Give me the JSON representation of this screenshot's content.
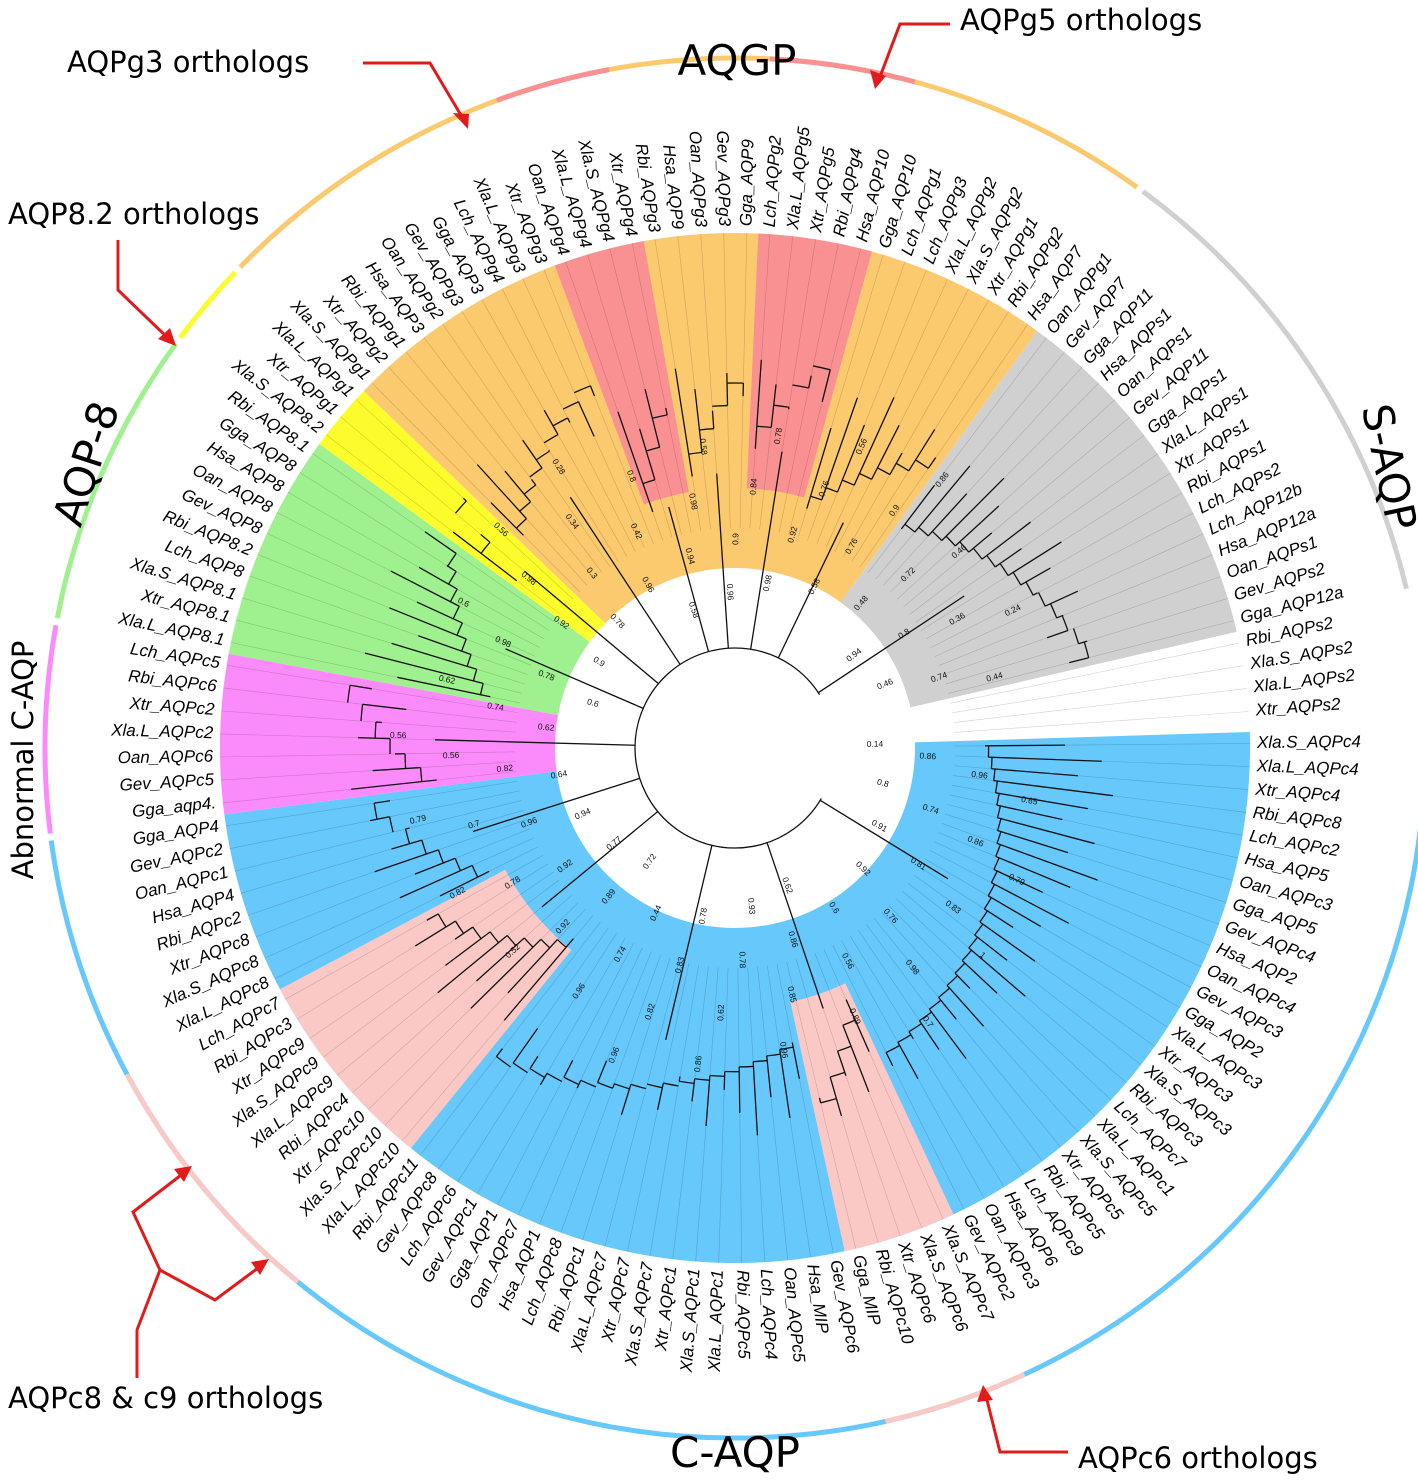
{
  "colors": {
    "AQGP": "#fbc96e",
    "S-AQP": "#d0d0d0",
    "C-AQP": "#66c8fb",
    "AQP-8": "#9ff08e",
    "AQP8.2": "#fcfc2c",
    "Abnormal C-AQP": "#fb8bfb",
    "ortholog_red": "#f99092",
    "ortholog_pink": "#fac9c6",
    "arrow": "#e01b1b"
  },
  "group_titles": {
    "aqgp": "AQGP",
    "saqp": "S-AQP",
    "caqp": "C-AQP",
    "aqp8": "AQP-8",
    "abnormal": "Abnormal C-AQP"
  },
  "callouts": {
    "aqpg3": "AQPg3 orthologs",
    "aqpg5": "AQPg5 orthologs",
    "aqp82": "AQP8.2 orthologs",
    "aqpc89": "AQPc8 & c9 orthologs",
    "aqpc6": "AQPc6 orthologs"
  },
  "leaves": [
    "Xla.S_AQPc4",
    "Xla.L_AQPc4",
    "Xtr_AQPc4",
    "Rbi_AQPc8",
    "Lch_AQPc2",
    "Hsa_AQP5",
    "Oan_AQPc3",
    "Gga_AQP5",
    "Gev_AQPc4",
    "Hsa_AQP2",
    "Oan_AQPc4",
    "Gev_AQPc3",
    "Gga_AQP2",
    "Xla.L_AQPc3",
    "Xtr_AQPc3",
    "Xla.S_AQPc3",
    "Rbi_AQPc3",
    "Lch_AQPc7",
    "Xla.L_AQPc1",
    "Xla.S_AQPc5",
    "Xtr_AQPc5",
    "Rbi_AQPc5",
    "Lch_AQPc9",
    "Hsa_AQP6",
    "Oan_AQPc3",
    "Gev_AQPc2",
    "Xla.S_AQPc7",
    "Xla.S_AQPc6",
    "Xtr_AQPc6",
    "Rbi_AQPc10",
    "Gga_MIP",
    "Gev_AQPc6",
    "Hsa_MIP",
    "Oan_AQPc5",
    "Lch_AQPc4",
    "Rbi_AQPc5",
    "Xla.L_AQPc1",
    "Xla.S_AQPc1",
    "Xtr_AQPc1",
    "Xla.S_AQPc7",
    "Xtr_AQPc7",
    "Xla.L_AQPc7",
    "Rbi_AQPc1",
    "Lch_AQPc8",
    "Hsa_AQP1",
    "Oan_AQPc7",
    "Gga_AQP1",
    "Gev_AQPc1",
    "Lch_AQPc6",
    "Gev_AQPc8",
    "Rbi_AQPc11",
    "Xla.L_AQPc10",
    "Xla.S_AQPc10",
    "Xtr_AQPc10",
    "Rbi_AQPc4",
    "Xla.L_AQPc9",
    "Xla.S_AQPc9",
    "Xtr_AQPc9",
    "Rbi_AQPc3",
    "Lch_AQPc7",
    "Xla.L_AQPc8",
    "Xla.S_AQPc8",
    "Xtr_AQPc8",
    "Rbi_AQPc2",
    "Hsa_AQP4",
    "Oan_AQPc1",
    "Gev_AQPc2",
    "Gga_AQP4",
    "Gga_aqp4.",
    "Gev_AQPc5",
    "Oan_AQPc6",
    "Xla.L_AQPc2",
    "Xtr_AQPc2",
    "Rbi_AQPc6",
    "Lch_AQPc5",
    "Xla.L_AQP8.1",
    "Xtr_AQP8.1",
    "Xla.S_AQP8.1",
    "Lch_AQP8",
    "Rbi_AQP8.2",
    "Gev_AQP8",
    "Oan_AQP8",
    "Hsa_AQP8",
    "Gga_AQP8",
    "Rbi_AQP8.1",
    "Xla.S_AQP8.2",
    "Xtr_AQPg1",
    "Xla.L_AQPg1",
    "Xla.S_AQPg1",
    "Xtr_AQPg2",
    "Rbi_AQPg1",
    "Hsa_AQP3",
    "Oan_AQPg2",
    "Gev_AQPg3",
    "Gga_AQP3",
    "Lch_AQPg4",
    "Xla.L_AQPg3",
    "Xtr_AQPg3",
    "Oan_AQPg4",
    "Xla.L_AQPg4",
    "Xla.S_AQPg4",
    "Xtr_AQPg4",
    "Rbi_AQPg3",
    "Hsa_AQP9",
    "Oan_AQPg3",
    "Gev_AQPg3",
    "Gga_AQP9",
    "Lch_AQPg2",
    "Xla.L_AQPg5",
    "Xtr_AQPg5",
    "Rbi_AQPg4",
    "Hsa_AQP10",
    "Gga_AQP10",
    "Lch_AQPg1",
    "Lch_AQPg3",
    "Xla.L_AQPg2",
    "Xla.S_AQPg2",
    "Xtr_AQPg1",
    "Rbi_AQPg2",
    "Hsa_AQP7",
    "Oan_AQPg1",
    "Gev_AQP7",
    "Gga_AQP11",
    "Hsa_AQPs1",
    "Oan_AQPs1",
    "Gev_AQP11",
    "Gga_AQPs1",
    "Xla.L_AQPs1",
    "Xtr_AQPs1",
    "Rbi_AQPs1",
    "Lch_AQPs2",
    "Lch_AQP12b",
    "Hsa_AQP12a",
    "Oan_AQPs1",
    "Gev_AQPs2",
    "Gga_AQP12a",
    "Rbi_AQPs2",
    "Xla.S_AQPs2",
    "Xla.L_AQPs2",
    "Xtr_AQPs2"
  ],
  "clades": [
    {
      "name": "C-AQP",
      "color": "#66c8fb",
      "from": 0,
      "to": 67
    },
    {
      "name": "AQPc6 orthologs",
      "color": "#fac9c6",
      "from": 26,
      "to": 30
    },
    {
      "name": "AQPc8 & c9 orthologs",
      "color": "#fac9c6",
      "from": 51,
      "to": 59
    },
    {
      "name": "Abnormal C-AQP",
      "color": "#fb8bfb",
      "from": 68,
      "to": 74
    },
    {
      "name": "AQP-8",
      "color": "#9ff08e",
      "from": 75,
      "to": 84
    },
    {
      "name": "AQP8.2",
      "color": "#fcfc2c",
      "from": 85,
      "to": 87
    },
    {
      "name": "AQGP",
      "color": "#fbc96e",
      "from": 88,
      "to": 119
    },
    {
      "name": "AQPg3 orthologs",
      "color": "#f99092",
      "from": 98,
      "to": 101
    },
    {
      "name": "AQPg5 orthologs",
      "color": "#f99092",
      "from": 107,
      "to": 111
    },
    {
      "name": "S-AQP",
      "color": "#d0d0d0",
      "from": 120,
      "to": 135
    }
  ],
  "bootstrap": [
    "0.14",
    "0.86",
    "0.96",
    "0.65",
    "0.8",
    "0.74",
    "0.86",
    "0.79",
    "0.91",
    "0.81",
    "0.83",
    "1",
    "0.92",
    "0.76",
    "0.98",
    "0.7",
    "0.6",
    "0.56",
    "0.89",
    "0.62",
    "0.86",
    "0.85",
    "0.96",
    "0.93",
    "0.78",
    "0.62",
    "0.86",
    "0.78",
    "0.83",
    "0.82",
    "0.96",
    "0.44",
    "0.74",
    "0.96",
    "0.72",
    "0.89",
    "0.92",
    "0.52",
    "0.77",
    "0.92",
    "0.78",
    "0.82",
    "0.94",
    "0.96",
    "0.7",
    "0.79",
    "0.64",
    "0.82",
    "0.56",
    "0.56",
    "0.62",
    "0.74",
    "0.62",
    "0.6",
    "0.78",
    "0.98",
    "0.6",
    "0.9",
    "0.92",
    "0.98",
    "0.56",
    "0.78",
    "0.3",
    "0.34",
    "0.28",
    "0.96",
    "0.42",
    "0.8",
    "0.58",
    "0.94",
    "0.98",
    "0.58",
    "0.96",
    "0.9",
    "0.84",
    "0.78",
    "0.98",
    "0.92",
    "0.76",
    "0.56",
    "0.58",
    "0.76",
    "0.9",
    "0.86",
    "0.48",
    "0.72",
    "0.46",
    "0.94",
    "0.8",
    "0.36",
    "0.24",
    "0.46",
    "0.74",
    "0.44"
  ]
}
